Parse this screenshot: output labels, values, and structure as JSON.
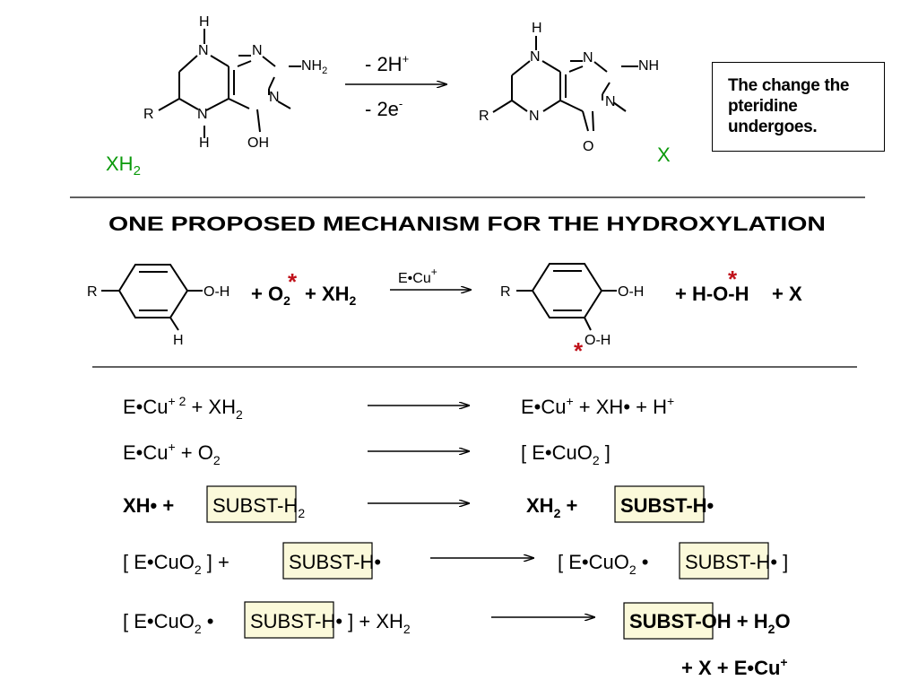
{
  "top_reaction": {
    "arrow_labels": [
      "- 2H",
      "- 2e"
    ],
    "arrow_label_sups": [
      "+",
      "-"
    ],
    "reactant_label": "XH",
    "reactant_label_sub": "2",
    "product_label": "X",
    "reactant_atoms": {
      "h_top": "H",
      "n1": "N",
      "n2": "N",
      "nh2": "NH",
      "nh2_sub": "2",
      "n3": "N",
      "n4": "N",
      "h_bottom": "H",
      "oh": "OH",
      "r": "R"
    },
    "product_atoms": {
      "h_top": "H",
      "n1": "N",
      "n2": "N",
      "nh": "NH",
      "n3": "N",
      "n4": "N",
      "o": "O",
      "r": "R"
    }
  },
  "note": "The change the pteridine undergoes.",
  "heading": "ONE PROPOSED MECHANISM FOR THE HYDROXYLATION",
  "overall": {
    "reactant_r": "R",
    "reactant_oh": "O-H",
    "reactant_h": "H",
    "plus_o2": "+ O",
    "plus_o2_sub": "2",
    "plus_xh2": "+ XH",
    "plus_xh2_sub": "2",
    "catalyst": "E•Cu",
    "catalyst_sup": "+",
    "product_r": "R",
    "product_oh_top": "O-H",
    "product_oh_bottom": "O-H",
    "water": "+ H-O-H",
    "plus_x": "+ X",
    "star": "*"
  },
  "steps": [
    {
      "left": "E•Cu+ 2 + XH2",
      "right": "E•Cu+ + XH• + H+"
    },
    {
      "left": "E•Cu+ + O2",
      "right": "[ E•CuO2 ]"
    },
    {
      "left": "XH• + SUBST-H2",
      "right": "XH2 + SUBST-H•"
    },
    {
      "left": "[ E•CuO2 ] + SUBST-H•",
      "right": "[ E•CuO2 • SUBST-H• ]"
    },
    {
      "left": "[ E•CuO2 • SUBST-H• ] + XH2",
      "right": "SUBST-OH + H2O",
      "right_line2": "+ X + E•Cu+"
    }
  ],
  "colors": {
    "label_green": "#0a9a0a",
    "star_red": "#c0121b",
    "highlight": "#fbf9da"
  }
}
